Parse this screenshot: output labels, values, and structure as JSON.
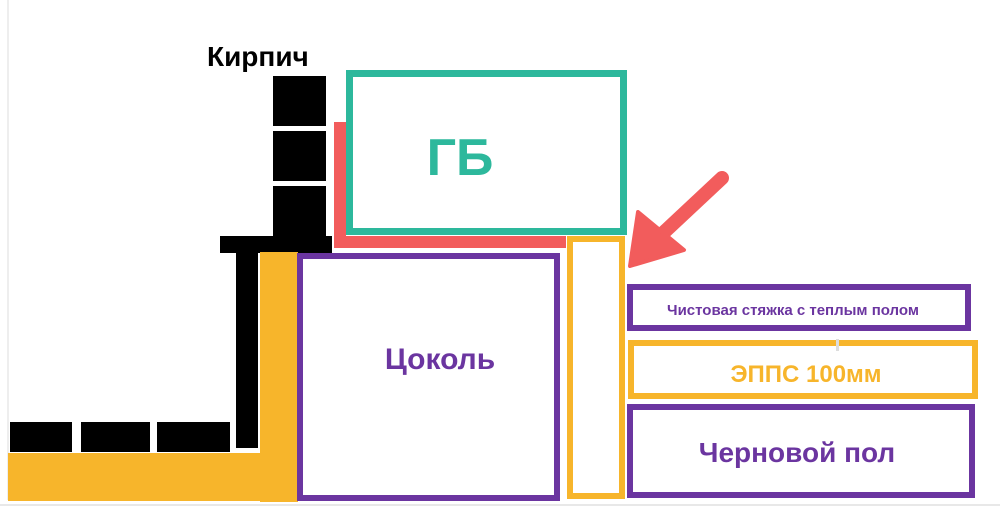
{
  "labels": {
    "brick": "Кирпич",
    "gb": "ГБ",
    "plinth": "Цоколь",
    "finish_screed": "Чистовая стяжка с теплым полом",
    "epps": "ЭППС 100мм",
    "subfloor": "Черновой пол"
  },
  "colors": {
    "black": "#000000",
    "orange": "#F7B52B",
    "teal": "#2DB89C",
    "purple": "#6B35A0",
    "red": "#F25C5C",
    "gray_line": "#d7d7d7"
  },
  "icons": {
    "arrow": "arrow-icon"
  }
}
